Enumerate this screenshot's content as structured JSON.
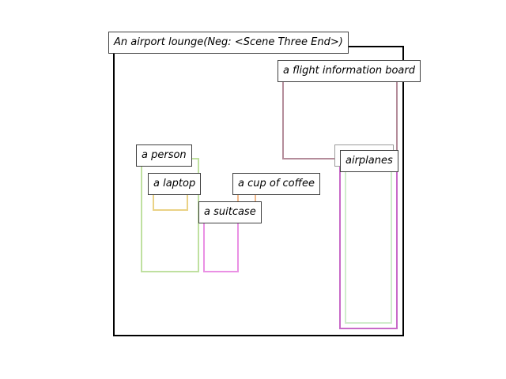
{
  "title": "An airport lounge(Neg: <Scene Three End>)",
  "frame_color": "#000000",
  "boxes": [
    {
      "id": "flight-board",
      "label": "a flight information board",
      "color": "#b48c9a"
    },
    {
      "id": "window",
      "label": "a window",
      "color": "#cfeccb"
    },
    {
      "id": "airplanes",
      "label": "airplanes",
      "color": "#c86ac8"
    },
    {
      "id": "person",
      "label": "a person",
      "color": "#bfe0a0"
    },
    {
      "id": "laptop",
      "label": "a laptop",
      "color": "#ead285"
    },
    {
      "id": "coffee",
      "label": "a cup of coffee",
      "color": "#f2b98a"
    },
    {
      "id": "suitcase",
      "label": "a suitcase",
      "color": "#ea90e4"
    }
  ]
}
